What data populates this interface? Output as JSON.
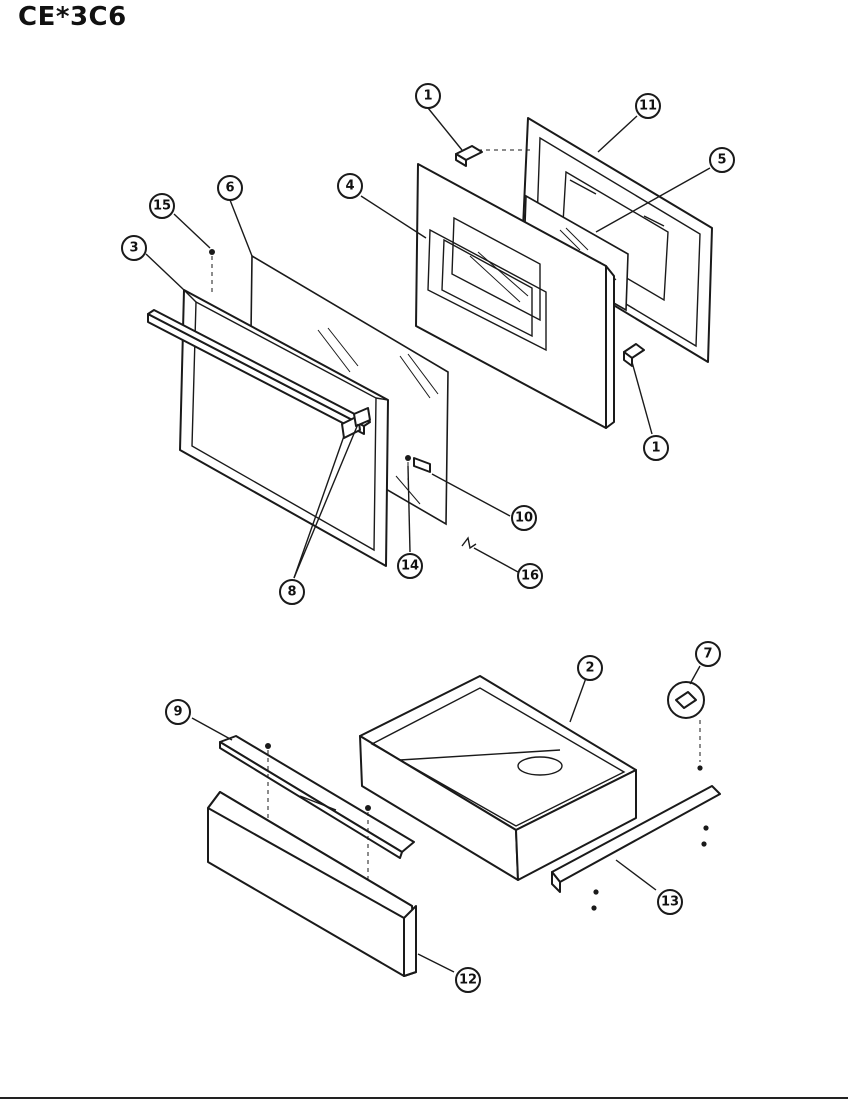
{
  "diagram": {
    "model_code": "CE*3C6",
    "callouts": [
      {
        "id": "c1a",
        "number": "1"
      },
      {
        "id": "c11",
        "number": "11"
      },
      {
        "id": "c5",
        "number": "5"
      },
      {
        "id": "c4",
        "number": "4"
      },
      {
        "id": "c6",
        "number": "6"
      },
      {
        "id": "c15",
        "number": "15"
      },
      {
        "id": "c3",
        "number": "3"
      },
      {
        "id": "c1b",
        "number": "1"
      },
      {
        "id": "c10",
        "number": "10"
      },
      {
        "id": "c14",
        "number": "14"
      },
      {
        "id": "c16",
        "number": "16"
      },
      {
        "id": "c8",
        "number": "8"
      },
      {
        "id": "c2",
        "number": "2"
      },
      {
        "id": "c7",
        "number": "7"
      },
      {
        "id": "c9",
        "number": "9"
      },
      {
        "id": "c13",
        "number": "13"
      },
      {
        "id": "c12",
        "number": "12"
      }
    ]
  }
}
